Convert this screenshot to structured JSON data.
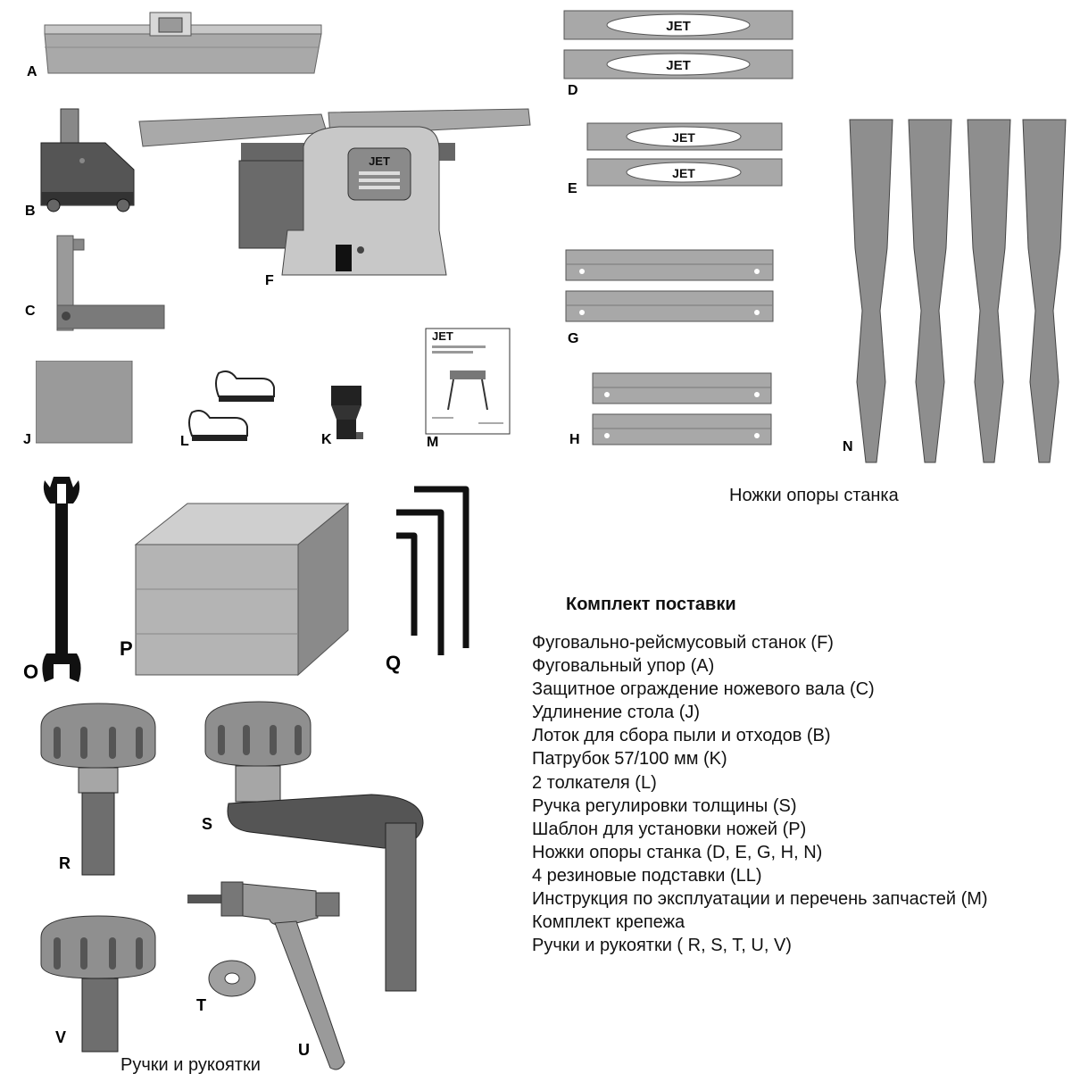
{
  "labels": {
    "A": "A",
    "B": "B",
    "C": "C",
    "D": "D",
    "E": "E",
    "F": "F",
    "G": "G",
    "H": "H",
    "J": "J",
    "K": "K",
    "L": "L",
    "M": "M",
    "N": "N",
    "O": "O",
    "P": "P",
    "Q": "Q",
    "R": "R",
    "S": "S",
    "T": "T",
    "U": "U",
    "V": "V"
  },
  "brand": "JET",
  "captions": {
    "legs": "Ножки опоры станка",
    "handles": "Ручки и рукоятки"
  },
  "package": {
    "title": "Комплект поставки",
    "items": [
      "Фуговально-рейсмусовый станок (F)",
      "Фуговальный упор (A)",
      "Защитное ограждение ножевого вала (C)",
      "Удлинение стола (J)",
      "Лоток для сбора пыли и отходов (B)",
      "Патрубок 57/100 мм (K)",
      "2 толкателя (L)",
      "Ручка регулировки толщины (S)",
      "Шаблон для установки ножей (P)",
      "Ножки опоры станка (D, E, G, H, N)",
      "4 резиновые подставки (LL)",
      "Инструкция по эксплуатации и перечень запчастей (M)",
      "Комплект крепежа",
      "Ручки и рукоятки ( R, S, T, U, V)"
    ]
  },
  "colors": {
    "metal": "#a8a8a8",
    "metal_dark": "#7a7a7a",
    "handle": "#9a9a9a",
    "knob_shaft": "#6e6e6e",
    "black": "#111111"
  }
}
